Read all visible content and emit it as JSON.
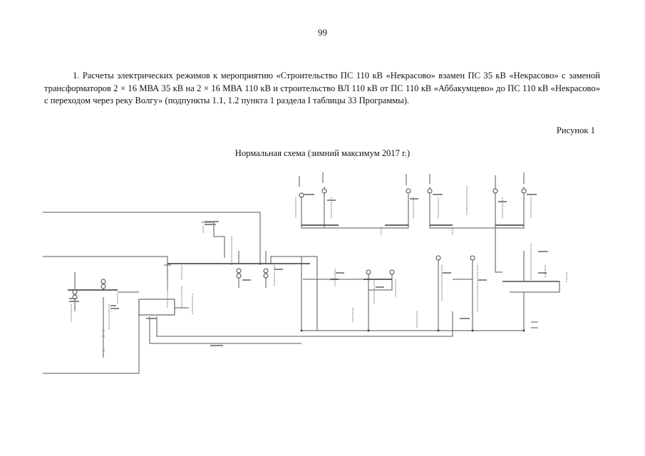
{
  "page": {
    "number": "99",
    "paragraph": "1. Расчеты электрических режимов к мероприятию «Строительство ПС 110 кВ «Некрасово» взамен ПС 35 кВ «Некрасово» с заменой трансформаторов 2 × 16 МВА 35 кВ на 2 × 16 МВА 110 кВ и строительство ВЛ 110 кВ от ПС 110 кВ «Аббакумцево» до ПС 110 кВ «Некрасово» с переходом через реку Волгу» (подпункты 1.1, 1.2 пункта 1 раздела I таблицы 33 Программы).",
    "figure_label": "Рисунок 1",
    "figure_caption": "Нормальная схема (зимний максимум 2017 г.)"
  },
  "diagram": {
    "type": "single-line power network schematic",
    "colors": {
      "lines": "#555555",
      "labels": "#888888",
      "background": "#ffffff"
    }
  }
}
